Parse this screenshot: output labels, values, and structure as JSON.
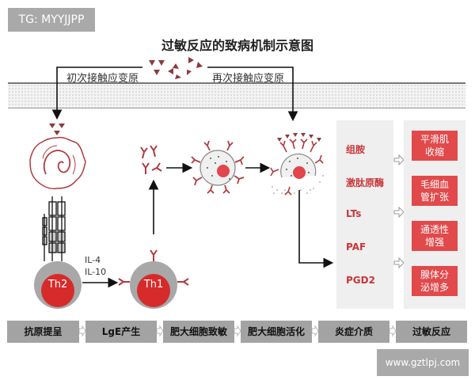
{
  "watermarks": {
    "top_left": "TG: MYYJJPP",
    "bottom_right": "www.gztlpj.com"
  },
  "title": "过敏反应的致病机制示意图",
  "contact": {
    "first": "初次接触应变原",
    "second": "再次接触应变原"
  },
  "cells": {
    "th2": "Th2",
    "th1": "Th1",
    "cytokines": [
      "IL-4",
      "IL-10"
    ]
  },
  "mediators": [
    "组胺",
    "激肽原酶",
    "LTs",
    "PAF",
    "PGD2"
  ],
  "effects": [
    [
      "平滑肌",
      "收缩"
    ],
    [
      "毛细血",
      "管扩张"
    ],
    [
      "通透性",
      "增强"
    ],
    [
      "腺体分",
      "泌增多"
    ]
  ],
  "steps": [
    "抗原提呈",
    "LgE产生",
    "肥大细胞致敏",
    "肥大细胞活化",
    "炎症介质",
    "过敏反应"
  ],
  "colors": {
    "accent_red": "#e2494b",
    "mediator_text": "#c9363b",
    "step_gray": "#a3a3a3",
    "panel_gray": "#efefef"
  }
}
